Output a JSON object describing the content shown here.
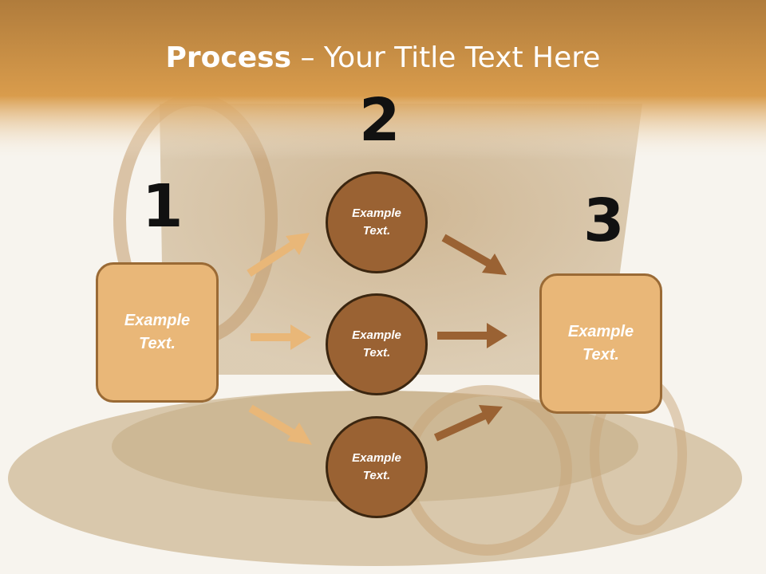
{
  "title": {
    "bold": "Process",
    "rest": " – Your Title Text Here"
  },
  "steps": [
    {
      "number": "1",
      "box_line1": "Example",
      "box_line2": "Text."
    },
    {
      "number": "2"
    },
    {
      "number": "3",
      "box_line1": "Example",
      "box_line2": "Text."
    }
  ],
  "circles": [
    {
      "line1": "Example",
      "line2": "Text."
    },
    {
      "line1": "Example",
      "line2": "Text."
    },
    {
      "line1": "Example",
      "line2": "Text."
    }
  ],
  "colors": {
    "header_band": "#d79a4a",
    "box_fill": "#e9b778",
    "circle_fill": "#9a6233",
    "arrow_light": "#e9b778",
    "arrow_dark": "#9a6233"
  }
}
